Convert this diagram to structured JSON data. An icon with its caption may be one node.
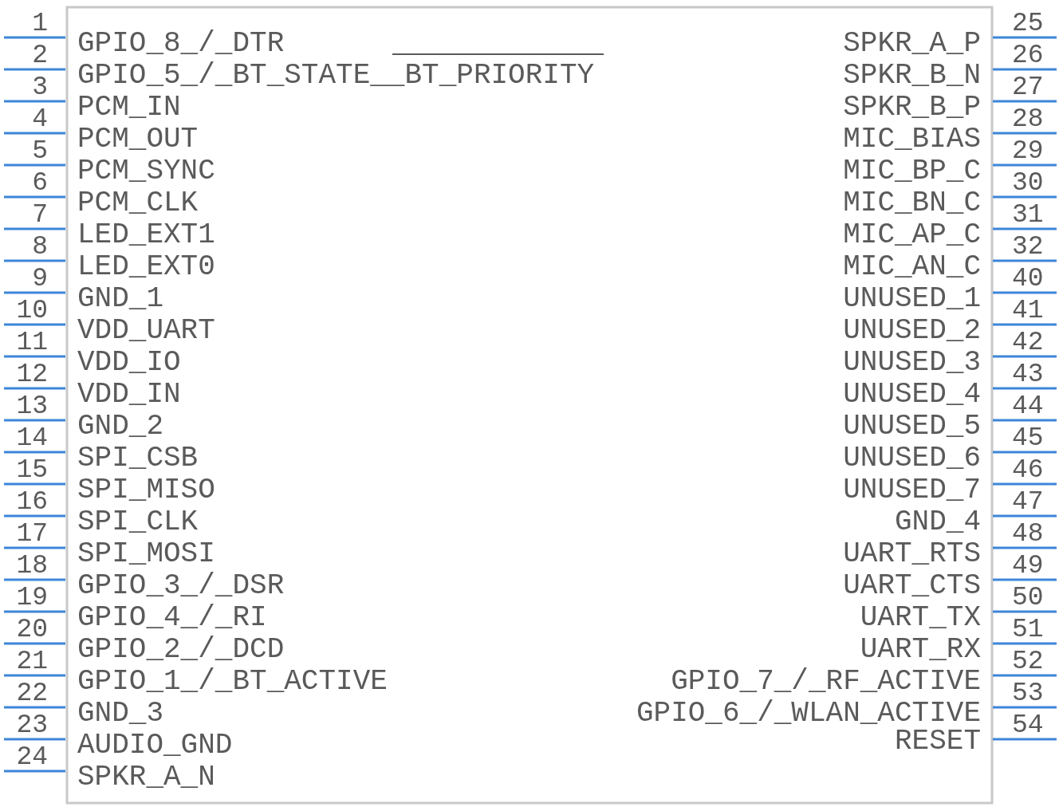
{
  "diagram": {
    "labels": [
      "1",
      "GPIO_8_/_DTR",
      "2",
      "GPIO_5_/_BT_STATE__BT_PRIORITY",
      "3",
      "PCM_IN",
      "4",
      "PCM_OUT",
      "5",
      "PCM_SYNC",
      "6",
      "PCM_CLK",
      "7",
      "LED_EXT1",
      "8",
      "LED_EXT0",
      "9",
      "GND_1",
      "10",
      "VDD_UART",
      "11",
      "VDD_IO",
      "12",
      "VDD_IN",
      "13",
      "GND_2",
      "14",
      "SPI_CSB",
      "15",
      "SPI_MISO",
      "16",
      "SPI_CLK",
      "17",
      "SPI_MOSI",
      "18",
      "GPIO_3_/_DSR",
      "19",
      "GPIO_4_/_RI",
      "20",
      "GPIO_2_/_DCD",
      "21",
      "GPIO_1_/_BT_ACTIVE",
      "22",
      "GND_3",
      "23",
      "AUDIO_GND",
      "24",
      "SPKR_A_N",
      "25",
      "SPKR_A_P",
      "26",
      "SPKR_B_N",
      "27",
      "SPKR_B_P",
      "28",
      "MIC_BIAS",
      "29",
      "MIC_BP_C",
      "30",
      "MIC_BN_C",
      "31",
      "MIC_AP_C",
      "32",
      "MIC_AN_C",
      "40",
      "UNUSED_1",
      "41",
      "UNUSED_2",
      "42",
      "UNUSED_3",
      "43",
      "UNUSED_4",
      "44",
      "UNUSED_5",
      "45",
      "UNUSED_6",
      "46",
      "UNUSED_7",
      "47",
      "GND_4",
      "48",
      "UART_RTS",
      "49",
      "UART_CTS",
      "50",
      "UART_TX",
      "51",
      "UART_RX",
      "52",
      "GPIO_7_/_RF_ACTIVE",
      "53",
      "GPIO_6_/_WLAN_ACTIVE",
      "54",
      "RESET"
    ]
  }
}
